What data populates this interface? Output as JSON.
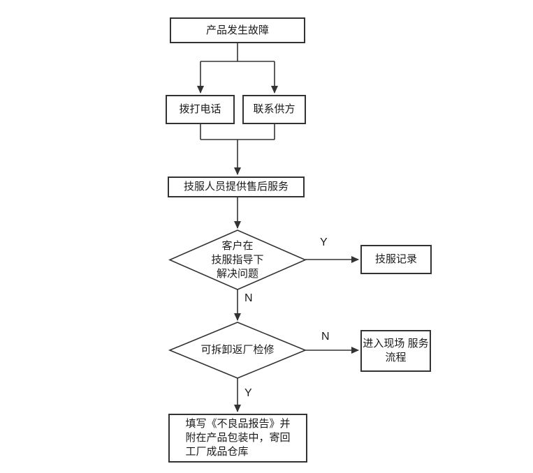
{
  "flowchart": {
    "title": "after-sales-service-flowchart",
    "nodes": {
      "start": {
        "label": "产品发生故障"
      },
      "call": {
        "label": "拨打电话"
      },
      "contact": {
        "label": "联系供方"
      },
      "service": {
        "label": "技服人员提供售后服务"
      },
      "decision_customer_solve": {
        "lines": [
          "客户在",
          "技服指导下",
          "解决问题"
        ]
      },
      "record": {
        "label": "技服记录"
      },
      "decision_returnable": {
        "label": "可拆卸返厂检修"
      },
      "onsite": {
        "lines": [
          "进入现场",
          "服务流程"
        ]
      },
      "report": {
        "lines": [
          "填写《不良品报告》并",
          "附在产品包装中，寄回",
          "工厂成品仓库"
        ]
      }
    },
    "edge_labels": {
      "decision1_yes": "Y",
      "decision1_no": "N",
      "decision2_no": "N",
      "decision2_yes": "Y"
    },
    "colors": {
      "line": "#333333",
      "text": "#1a1a1a",
      "background": "#ffffff"
    }
  }
}
